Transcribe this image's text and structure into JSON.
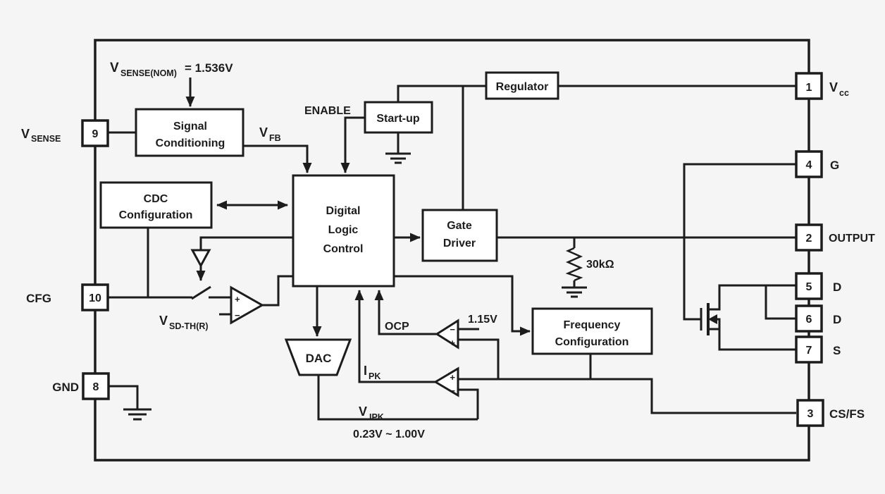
{
  "colors": {
    "background": "#f5f5f5",
    "line": "#1c1c1c",
    "box_fill": "#ffffff"
  },
  "blocks": {
    "signal_conditioning": {
      "line1": "Signal",
      "line2": "Conditioning"
    },
    "cdc_configuration": {
      "line1": "CDC",
      "line2": "Configuration"
    },
    "digital_logic_control": {
      "line1": "Digital",
      "line2": "Logic",
      "line3": "Control"
    },
    "startup": {
      "label": "Start-up"
    },
    "regulator": {
      "label": "Regulator"
    },
    "gate_driver": {
      "line1": "Gate",
      "line2": "Driver"
    },
    "frequency_configuration": {
      "line1": "Frequency",
      "line2": "Configuration"
    },
    "dac": {
      "label": "DAC"
    }
  },
  "pins": {
    "left": [
      {
        "number": "9",
        "label": "V",
        "sub": "SENSE"
      },
      {
        "number": "10",
        "label": "CFG",
        "sub": ""
      },
      {
        "number": "8",
        "label": "GND",
        "sub": ""
      }
    ],
    "right": [
      {
        "number": "1",
        "label": "V",
        "sub": "cc"
      },
      {
        "number": "4",
        "label": "G",
        "sub": ""
      },
      {
        "number": "2",
        "label": "OUTPUT",
        "sub": ""
      },
      {
        "number": "5",
        "label": "D",
        "sub": ""
      },
      {
        "number": "6",
        "label": "D",
        "sub": ""
      },
      {
        "number": "7",
        "label": "S",
        "sub": ""
      },
      {
        "number": "3",
        "label": "CS/FS",
        "sub": ""
      }
    ]
  },
  "labels": {
    "vsense_nom": {
      "main": "V",
      "sub": "SENSE(NOM)",
      "rest": "= 1.536V"
    },
    "enable": "ENABLE",
    "vfb": {
      "main": "V",
      "sub": "FB"
    },
    "vsdth": {
      "main": "V",
      "sub": "SD-TH(R)"
    },
    "ocp": "OCP",
    "ipk": {
      "main": "I",
      "sub": "PK"
    },
    "vipk": {
      "main": "V",
      "sub": "IPK"
    },
    "vipk_range": "0.23V ~ 1.00V",
    "vref": "1.15V",
    "resistor": "30kΩ",
    "plus": "+",
    "minus": "−"
  }
}
